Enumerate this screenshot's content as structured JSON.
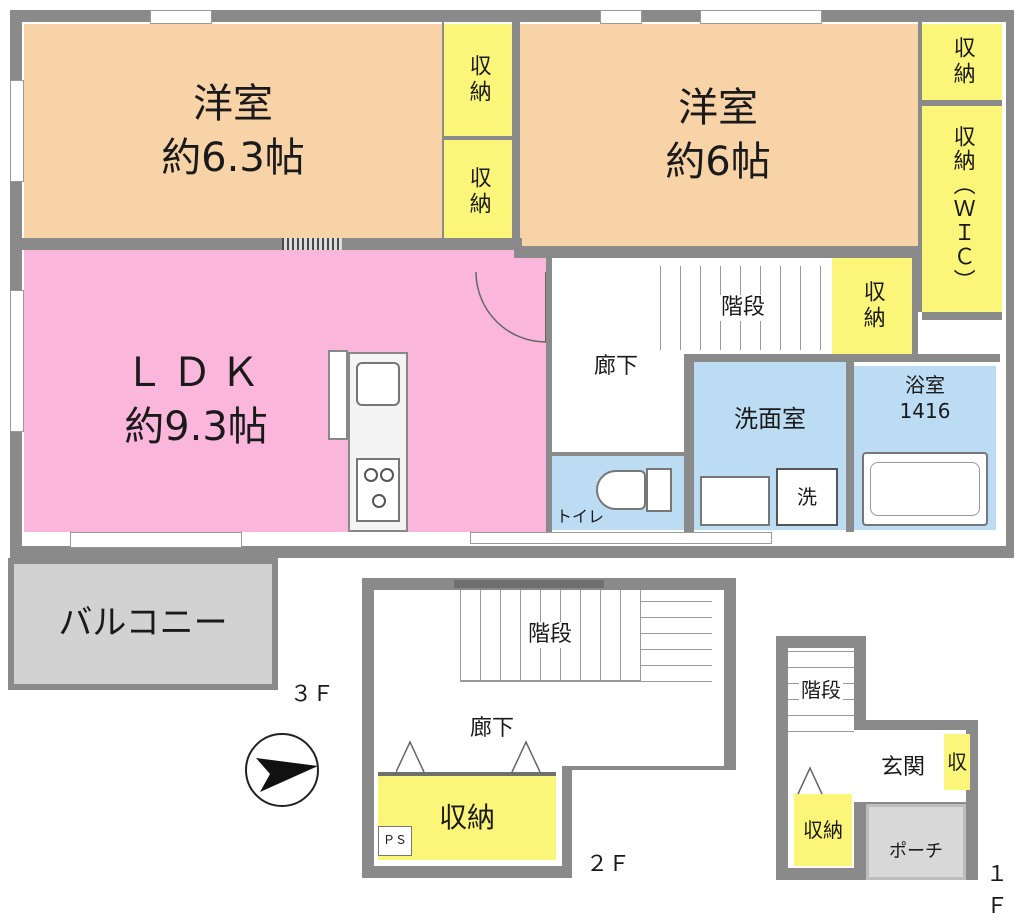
{
  "colors": {
    "western_room": "#f9d3a8",
    "ldk": "#fbb6dc",
    "storage": "#fbf67a",
    "wet_area": "#bcdcf4",
    "balcony": "#d2d2d2",
    "wall": "#8a8a8a"
  },
  "floor3": {
    "tag": "３Ｆ",
    "western_room_1": {
      "name": "洋室",
      "size": "約6.3帖"
    },
    "western_room_2": {
      "name": "洋室",
      "size": "約6帖"
    },
    "ldk": {
      "name": "ＬＤＫ",
      "size": "約9.3帖"
    },
    "storage_a": "収納",
    "storage_b": "収納",
    "storage_c": "収納",
    "storage_wic": "収納（ＷＩＣ）",
    "storage_d": "収納",
    "stairs": "階段",
    "corridor": "廊下",
    "washroom": "洗面室",
    "bathroom": {
      "name": "浴室",
      "size": "1416"
    },
    "toilet": "トイレ",
    "washer": "洗",
    "balcony": "バルコニー"
  },
  "floor2": {
    "tag": "２Ｆ",
    "stairs": "階段",
    "corridor": "廊下",
    "storage": "収納",
    "ps": "ＰＳ"
  },
  "floor1": {
    "tag": "１Ｆ",
    "stairs": "階段",
    "entrance": "玄関",
    "storage_small": "収",
    "storage": "収納",
    "porch": "ポーチ"
  },
  "icons": {
    "north_arrow": "compass-arrow-icon"
  }
}
